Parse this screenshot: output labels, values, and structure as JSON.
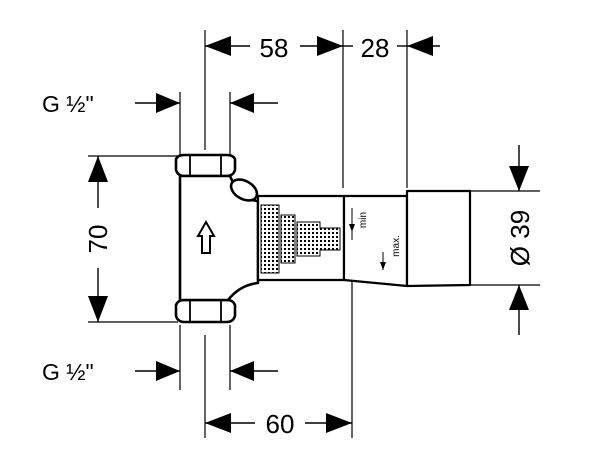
{
  "drawing": {
    "dimensions": {
      "width_top_left": "58",
      "width_top_right": "28",
      "width_bottom": "60",
      "height_left": "70",
      "diameter_right": "Ø 39"
    },
    "thread_labels": {
      "top": "G ½\"",
      "bottom": "G ½\""
    },
    "marks": {
      "min": "min",
      "max": "max."
    }
  }
}
